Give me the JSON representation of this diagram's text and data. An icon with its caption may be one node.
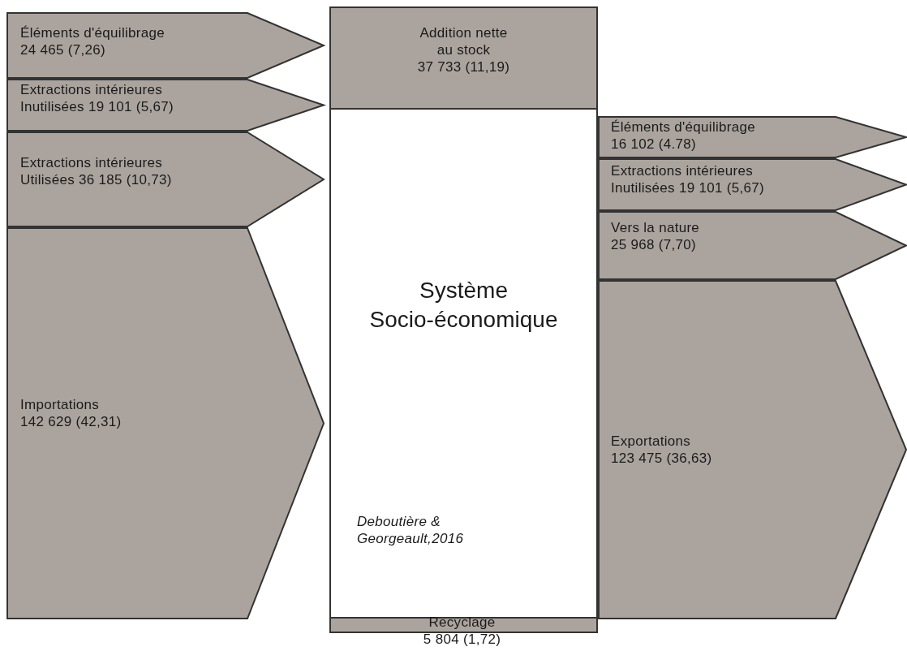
{
  "diagram": {
    "nodes": [
      {
        "text": [
          "Système Socio-économique"
        ]
      },
      {
        "text": [
          "Addition nette au stock 37 733 (11,19)"
        ],
        "in": 0
      },
      {
        "text": [
          "Recyclage 5 804 (1,72)"
        ],
        "in": 0
      },
      {
        "text": [
          "Éléments d'équilibrage 24 465 (7,26)"
        ]
      },
      {
        "text": [
          "Extractions intérieures Inutilisées 19 101 (5,67)"
        ]
      },
      {
        "text": [
          "Extractions intérieures Utilisées 36 185 (10,73)"
        ]
      },
      {
        "text": [
          "Importations 142 629 (42,31)"
        ]
      },
      {
        "text": [
          "Éléments d'équilibrage 16 102 (4.78)"
        ]
      },
      {
        "text": [
          "Extractions intérieures Inutilisées 19 101 (5,67)"
        ]
      },
      {
        "text": [
          "Vers la nature 25 968 (7,70)"
        ]
      },
      {
        "text": [
          "Exportations 123 475 (36,63)"
        ]
      }
    ],
    "labels": [
      "Deboutière & Georgeault,2016"
    ]
  }
}
